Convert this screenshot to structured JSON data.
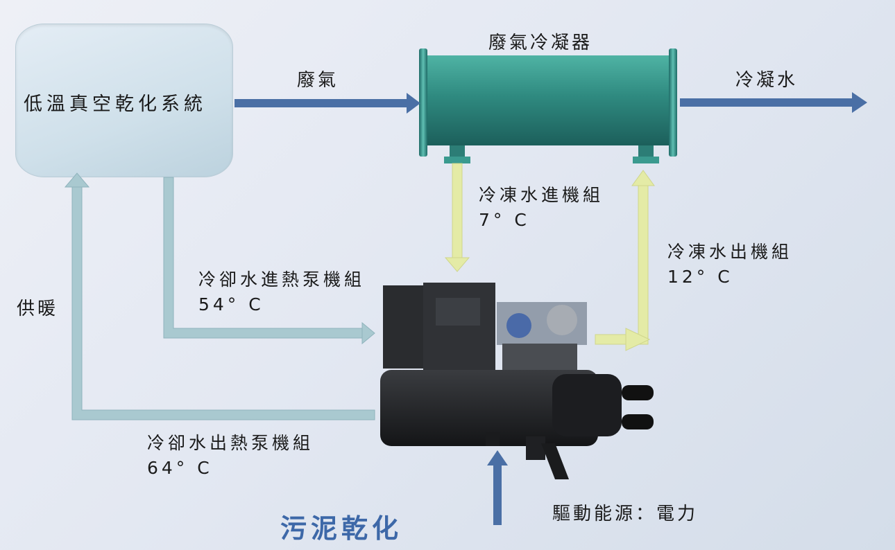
{
  "system": {
    "tank_label": "低溫真空乾化系統"
  },
  "condenser": {
    "label": "廢氣冷凝器"
  },
  "flows": {
    "exhaust": "廢氣",
    "condensate": "冷凝水",
    "chilled_in": {
      "name": "冷凍水進機組",
      "temp": "7°  C"
    },
    "chilled_out": {
      "name": "冷凍水出機組",
      "temp": "12°  C"
    },
    "cooling_in": {
      "name": "冷卻水進熱泵機組",
      "temp": "54°  C"
    },
    "cooling_out": {
      "name": "冷卻水出熱泵機組",
      "temp": "64°  C"
    },
    "heating": "供暖",
    "power": "驅動能源：電力"
  },
  "title": "污泥乾化",
  "colors": {
    "arrow_blue": "#4a6fa5",
    "arrow_yellow": "#e4eba6",
    "pipe_teal": "#a9c9d0",
    "condenser": "#2f8a80",
    "title": "#3d68a8"
  }
}
